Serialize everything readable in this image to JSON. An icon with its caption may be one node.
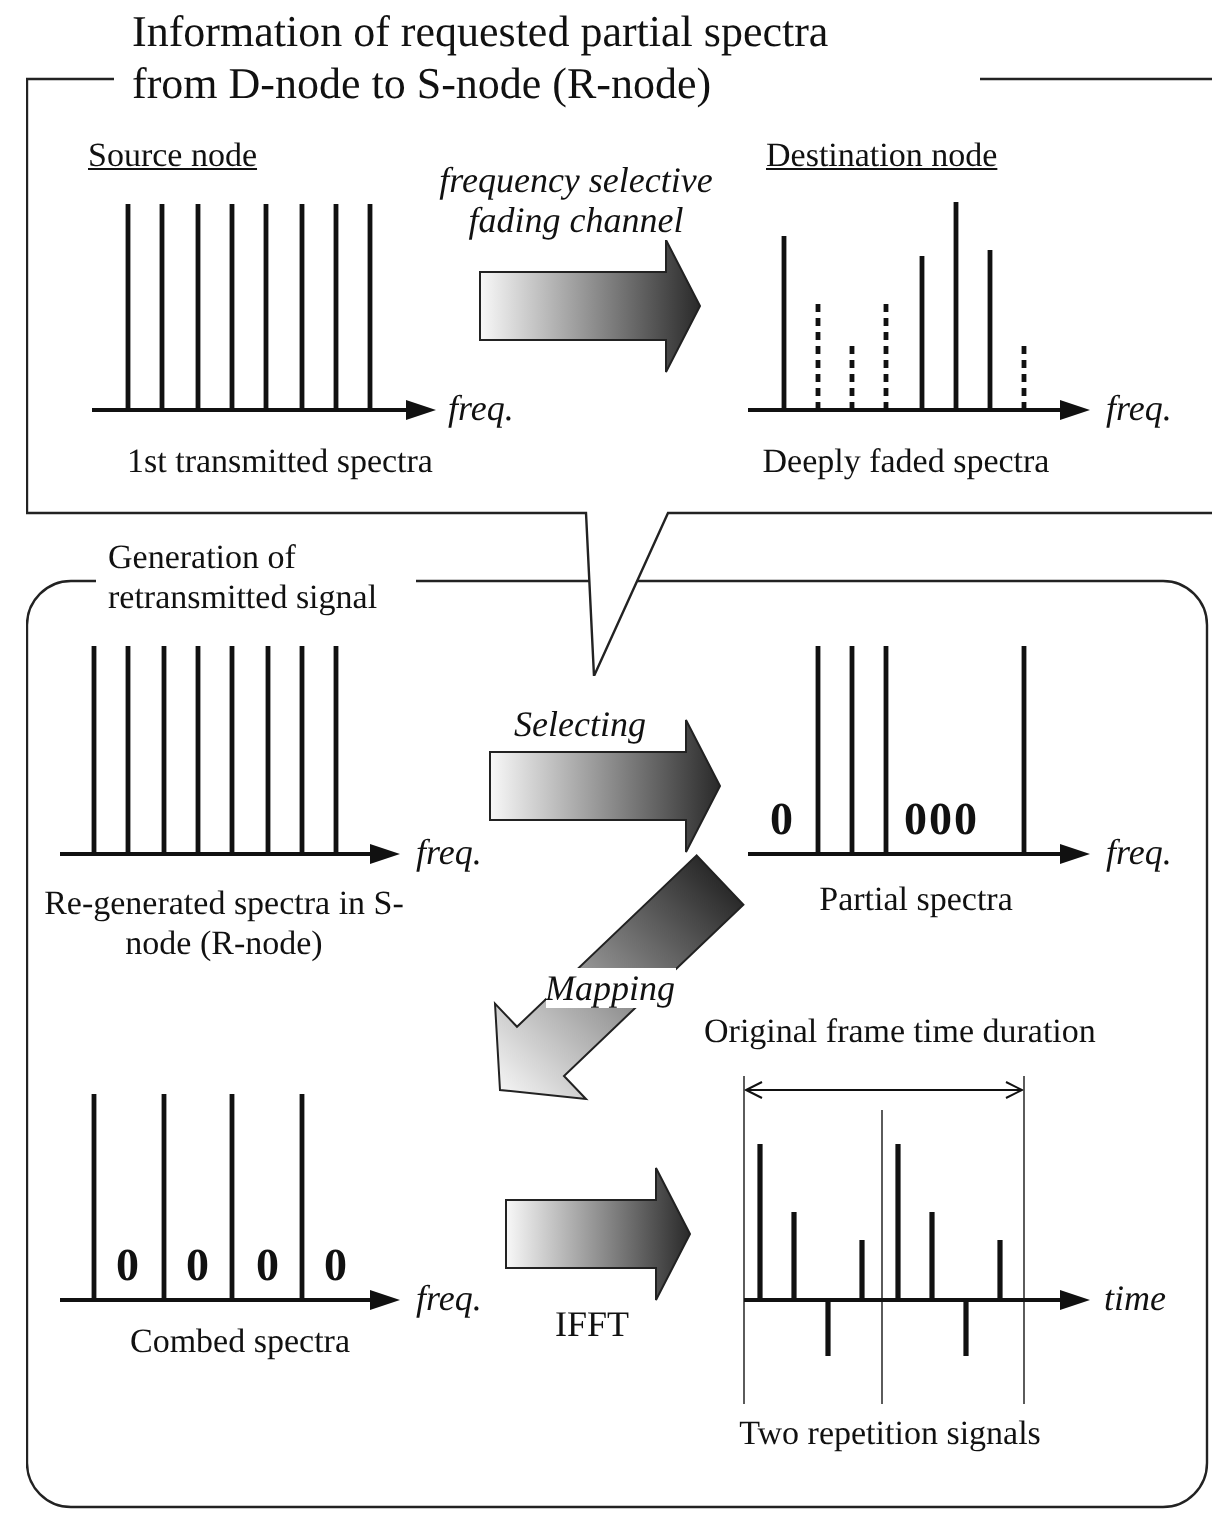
{
  "diagram": {
    "nodes": [
      {
        "text": [
          "Information of requested partial spectra from D-node to S-node (R-node)"
        ]
      },
      {
        "text": [
          "Source node",
          "1st transmitted spectra"
        ],
        "in": 0
      },
      {
        "text": [
          "Destination node",
          "Deeply faded spectra"
        ],
        "in": 0
      },
      {
        "text": [
          "Generation of retransmitted signal"
        ]
      },
      {
        "text": [
          "Re-generated spectra in S-node (R-node)"
        ],
        "in": 3
      },
      {
        "text": [
          "Partial spectra"
        ],
        "in": 3
      },
      {
        "text": [
          "Combed spectra"
        ],
        "in": 3
      },
      {
        "text": [
          "Two repetition signals"
        ],
        "in": 3
      }
    ],
    "edges": [
      {
        "from": 1,
        "to": 2,
        "arrow": "to",
        "label": "frequency selective fading channel"
      },
      {
        "from": 4,
        "to": 5,
        "arrow": "to",
        "label": "Selecting"
      },
      {
        "from": 5,
        "to": 6,
        "arrow": "to",
        "label": "Mapping"
      },
      {
        "from": 6,
        "to": 7,
        "arrow": "to",
        "label": "IFFT"
      }
    ],
    "labels": [
      "freq.",
      "freq.",
      "freq.",
      "0",
      "000",
      "freq.",
      "Original frame time duration",
      "0",
      "0",
      "0",
      "0",
      "freq.",
      "time"
    ]
  }
}
